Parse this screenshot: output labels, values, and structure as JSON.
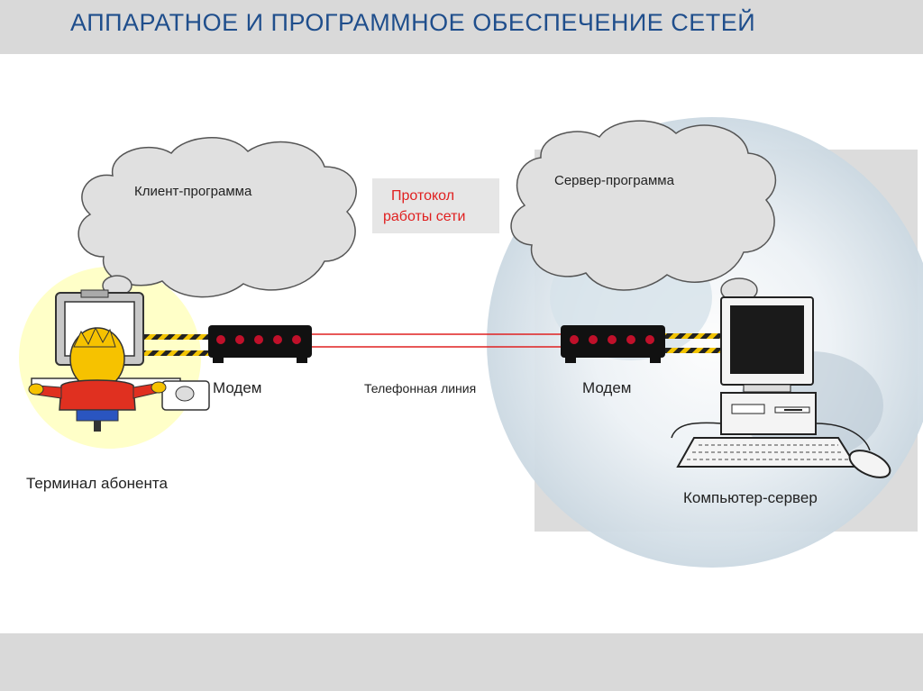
{
  "header": {
    "title": "АППАРАТНОЕ  И  ПРОГРАММНОЕ  ОБЕСПЕЧЕНИЕ  СЕТЕЙ"
  },
  "diagram": {
    "client_program": "Клиент-программа",
    "server_program": "Сервер-программа",
    "protocol_line1": "Протокол",
    "protocol_line2": "работы  сети",
    "modem_left": "Модем",
    "modem_right": "Модем",
    "phone_line": "Телефонная линия",
    "terminal": "Терминал  абонента",
    "server_computer": "Компьютер-сервер"
  },
  "colors": {
    "title": "#1f4e8c",
    "protocol_text": "#e02020",
    "phone_line": "#e02020",
    "modem_body": "#111111",
    "modem_led": "#c0102a"
  }
}
